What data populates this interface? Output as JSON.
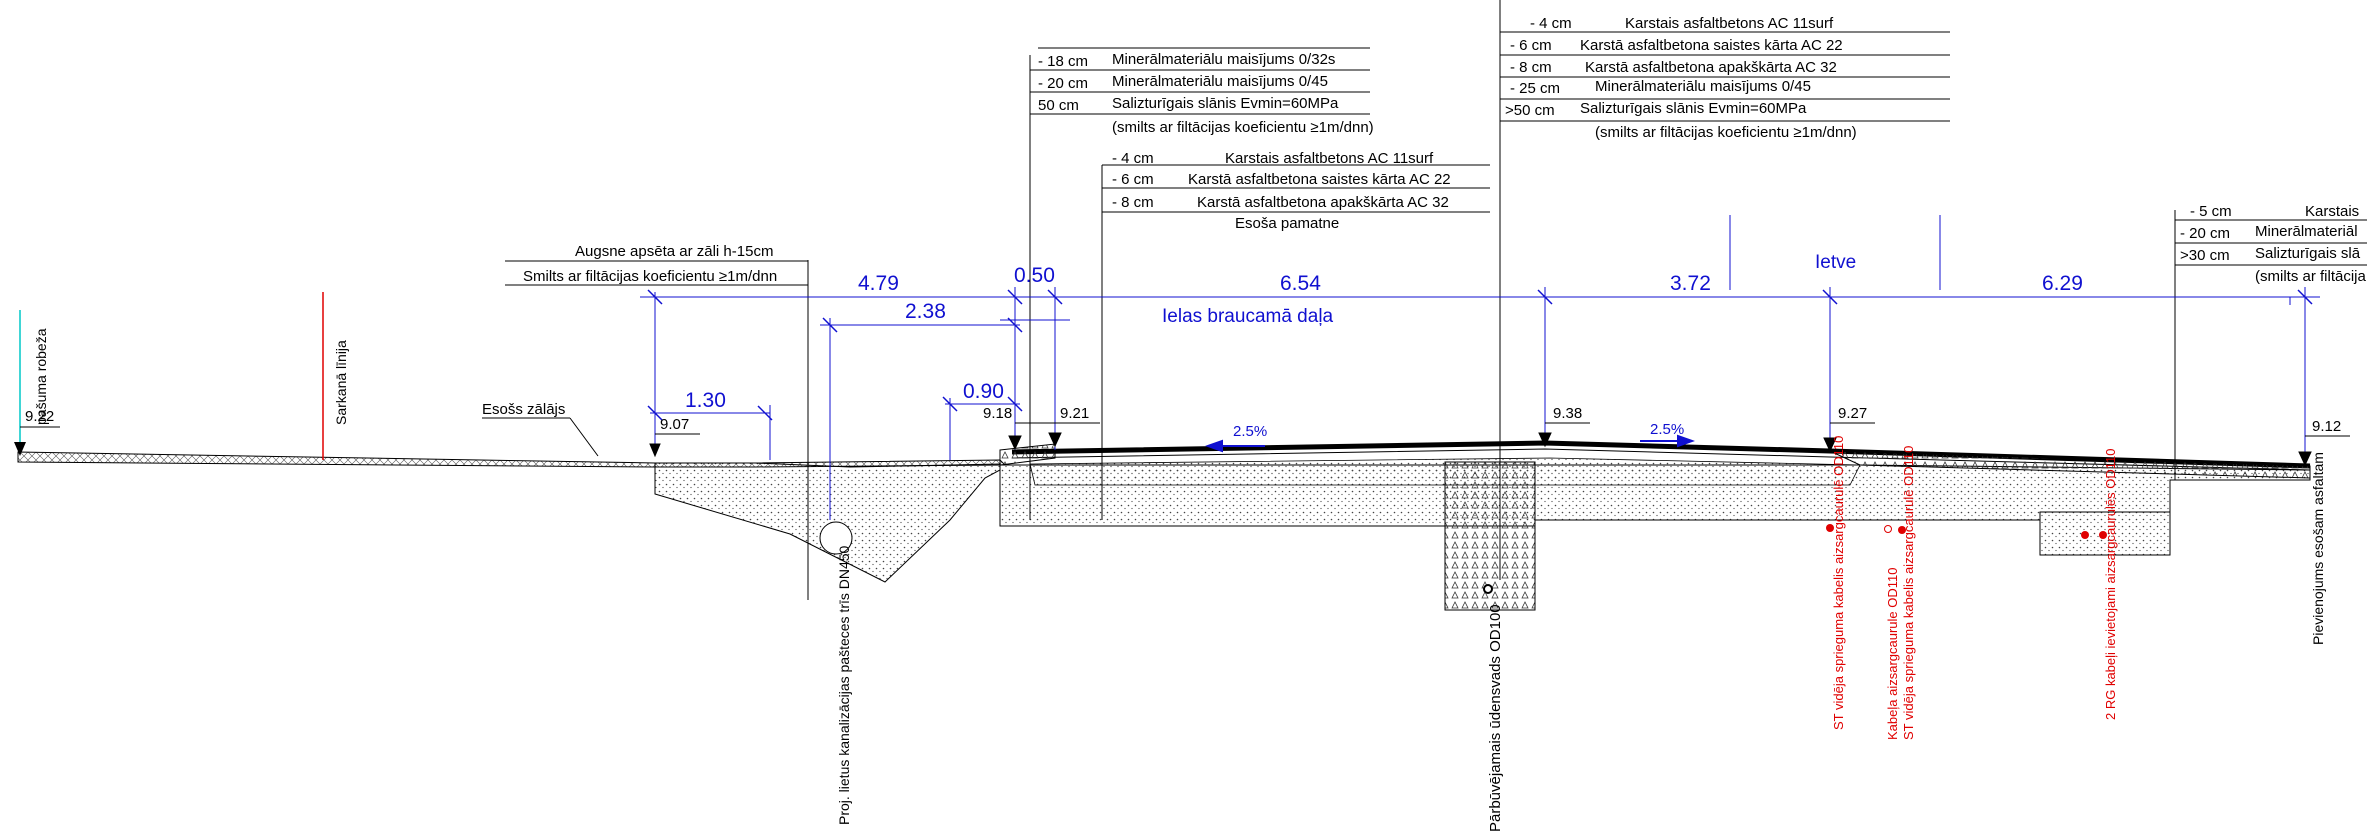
{
  "colors": {
    "dimension": "#1010d0",
    "utility": "#e00000",
    "line": "#000000",
    "property_line": "#00c8c8"
  },
  "vertical_labels": {
    "property_border": "pašuma robeža",
    "red_line": "Sarkanā līnija",
    "drainage_pipe": "Proj. lietus kanalizācijas pašteces trīs DN450",
    "water_main": "Pārbūvējamais ūdensvads OD100",
    "cable_mv": "ST vidēja sprieguma kabelis aizsargcaurulē OD110",
    "cable_protect_1": "Kabeļa aizsargcaurule OD110",
    "cable_protect_2": "ST vidēja sprieguma kabelis aizsargcaurulē OD110",
    "cable_rg": "2 RG kabeļi ievietojami aizsargcaurulēs OD110",
    "connection": "Pievienojums esošam asfaltam"
  },
  "left_labels": {
    "grass_layer": "Augsne apsēta ar zāli h-15cm",
    "sand_layer": "Smilts ar filtācijas koeficientu ≥1m/dnn",
    "existing_lawn": "Esošs zālājs"
  },
  "layer_tables": {
    "sidewalk_edge": {
      "rows": [
        {
          "thickness": "- 18 cm",
          "material": "Minerālmateriālu maisījums 0/32s"
        },
        {
          "thickness": "- 20 cm",
          "material": "Minerālmateriālu maisījums 0/45"
        },
        {
          "thickness": "50 cm",
          "material": "Salizturīgais slānis Evmin=60MPa"
        }
      ],
      "note": "(smilts ar filtācijas koeficientu ≥1m/dnn)"
    },
    "road_existing": {
      "rows": [
        {
          "thickness": "- 4 cm",
          "material": "Karstais asfaltbetons AC 11surf"
        },
        {
          "thickness": "- 6 cm",
          "material": "Karstā asfaltbetona saistes kārta AC 22"
        },
        {
          "thickness": "- 8 cm",
          "material": "Karstā asfaltbetona apakškārta AC 32"
        }
      ],
      "note": "Esoša pamatne"
    },
    "road_new": {
      "rows": [
        {
          "thickness": "- 4 cm",
          "material": "Karstais asfaltbetons AC 11surf"
        },
        {
          "thickness": "- 6 cm",
          "material": "Karstā asfaltbetona saistes kārta AC 22"
        },
        {
          "thickness": "- 8 cm",
          "material": "Karstā asfaltbetona apakškārta AC 32"
        },
        {
          "thickness": "- 25 cm",
          "material": "Minerālmateriālu maisījums 0/45"
        },
        {
          "thickness": ">50 cm",
          "material": "Salizturīgais slānis Evmin=60MPa"
        }
      ],
      "note": "(smilts ar filtācijas koeficientu ≥1m/dnn)"
    },
    "right_edge": {
      "rows": [
        {
          "thickness": "- 5 cm",
          "material": "Karstais"
        },
        {
          "thickness": "- 20 cm",
          "material": "Minerālmateriāl"
        },
        {
          "thickness": ">30 cm",
          "material": "Salizturīgais slā"
        }
      ],
      "note": "(smilts ar filtācija"
    }
  },
  "dimensions": {
    "d479": "4.79",
    "d050": "0.50",
    "d654": "6.54",
    "d372": "3.72",
    "d629": "6.29",
    "d238": "2.38",
    "d130": "1.30",
    "d090": "0.90"
  },
  "zone_labels": {
    "carriageway": "Ielas braucamā daļa",
    "driveway": "Ietve"
  },
  "slopes": {
    "left": "2.5%",
    "right": "2.5%"
  },
  "elevations": {
    "e922": "9.22",
    "e907": "9.07",
    "e918": "9.18",
    "e921": "9.21",
    "e938": "9.38",
    "e927": "9.27",
    "e912": "9.12"
  }
}
